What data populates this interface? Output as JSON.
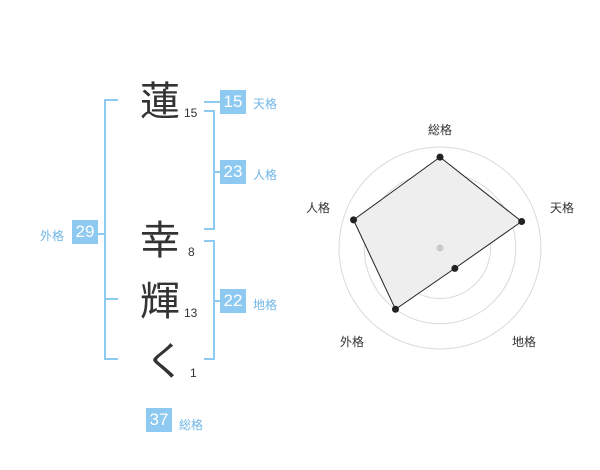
{
  "name": {
    "surname": [
      {
        "char": "蓮",
        "strokes": "15"
      }
    ],
    "given": [
      {
        "char": "幸",
        "strokes": "8"
      },
      {
        "char": "輝",
        "strokes": "13"
      },
      {
        "char": "く",
        "strokes": "1"
      }
    ]
  },
  "kakusu": {
    "tenkaku": {
      "label": "天格",
      "value": "15"
    },
    "jinkaku": {
      "label": "人格",
      "value": "23"
    },
    "chikaku": {
      "label": "地格",
      "value": "22"
    },
    "gaikaku": {
      "label": "外格",
      "value": "29"
    },
    "soukaku": {
      "label": "総格",
      "value": "37"
    }
  },
  "radar": {
    "axes": [
      "総格",
      "天格",
      "地格",
      "外格",
      "人格"
    ],
    "values": [
      0.9,
      0.85,
      0.25,
      0.75,
      0.9
    ],
    "rings": 4
  }
}
